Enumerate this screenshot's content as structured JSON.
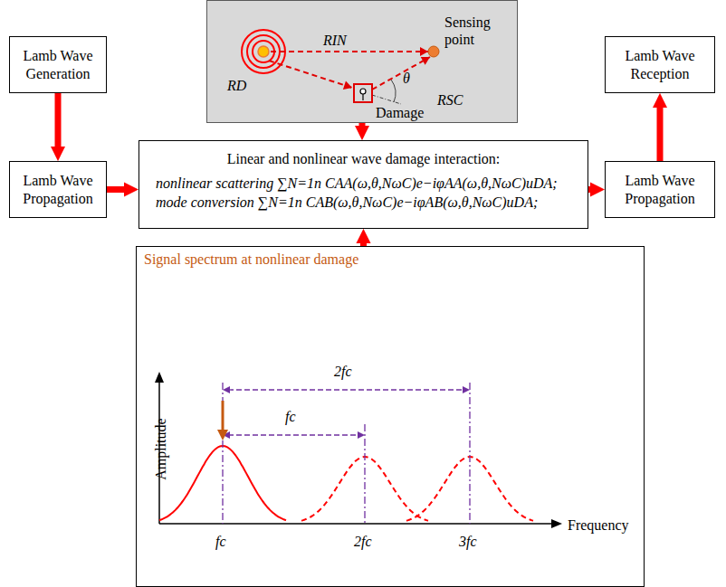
{
  "diagram": {
    "nodes": [
      {
        "text": [
          "Lamb Wave Generation"
        ]
      },
      {
        "text": [
          "Lamb Wave Propagation"
        ]
      },
      {
        "text": [
          "Linear and nonlinear wave damage interaction:",
          "nonlinear scattering ∑N=1n CAA(ω,θ,NωC)e−iφAA(ω,θ,NωC)uDA;",
          "mode conversion ∑N=1n CAB(ω,θ,NωC)e−iφAB(ω,θ,NωC)uDA;"
        ]
      },
      {
        "text": [
          "Lamb Wave Propagation"
        ]
      },
      {
        "text": [
          "Lamb Wave Reception"
        ]
      },
      {
        "text": [
          "RIN",
          "Sensing point",
          "RD",
          "Damage",
          "θ",
          "RSC"
        ]
      },
      {
        "text": [
          "Signal spectrum at nonlinear damage",
          "2fc",
          "fc",
          "Amplitude",
          "fc",
          "2fc",
          "3fc",
          "Frequency"
        ]
      }
    ],
    "edges": [
      {
        "from": 0,
        "to": 1,
        "arrow": "to"
      },
      {
        "from": 1,
        "to": 2,
        "arrow": "to"
      },
      {
        "from": 5,
        "to": 2,
        "arrow": "to"
      },
      {
        "from": 6,
        "to": 2,
        "arrow": "to"
      },
      {
        "from": 2,
        "to": 3,
        "arrow": "to"
      },
      {
        "from": 3,
        "to": 4,
        "arrow": "to"
      }
    ]
  }
}
